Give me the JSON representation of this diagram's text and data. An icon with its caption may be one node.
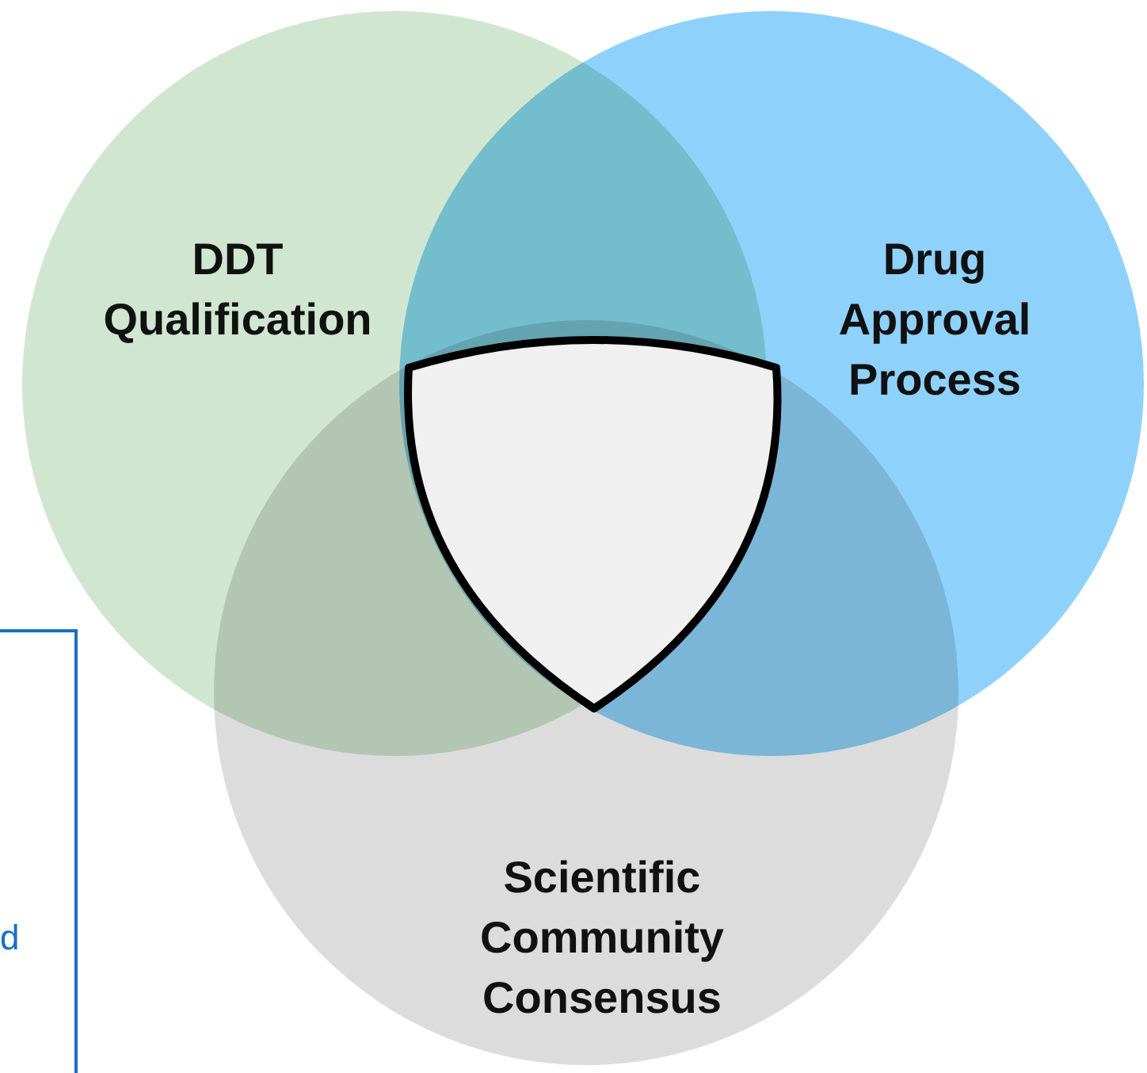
{
  "diagram": {
    "nodes": [
      {
        "text": [
          "DDT Qualification"
        ]
      },
      {
        "text": [
          "Drug Approval Process"
        ]
      },
      {
        "text": [
          "Scientific Community Consensus"
        ]
      },
      {
        "text": [],
        "shape": "shield"
      },
      {
        "text": [
          "d"
        ]
      }
    ],
    "edges": []
  }
}
